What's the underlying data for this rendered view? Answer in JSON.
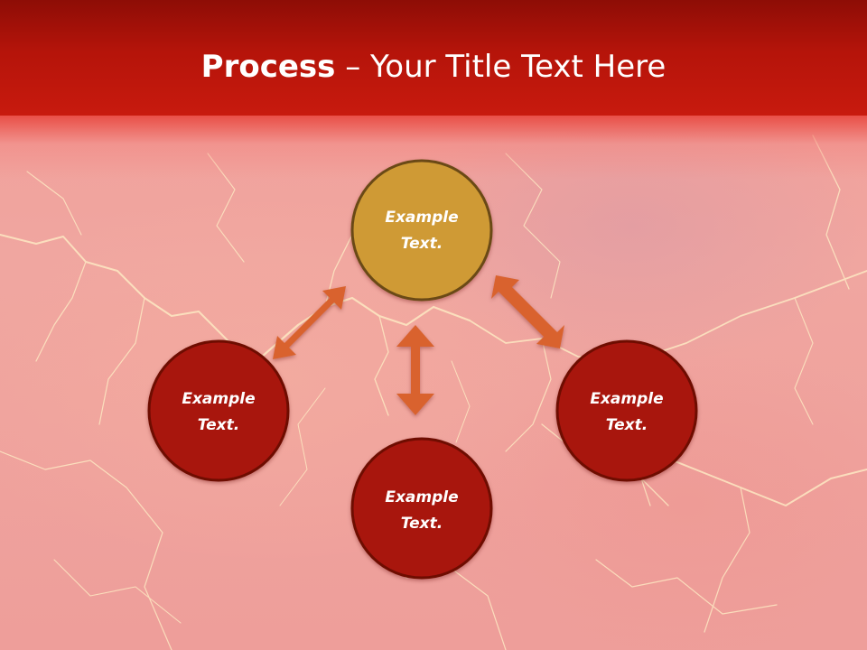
{
  "slide": {
    "title_strong": "Process",
    "title_separator": " – ",
    "title_rest": "Your Title Text Here"
  },
  "diagram": {
    "nodes": [
      {
        "id": "top",
        "line1": "Example",
        "line2": "Text.",
        "fill": "#cf9a35",
        "stroke": "#6b4a14"
      },
      {
        "id": "left",
        "line1": "Example",
        "line2": "Text.",
        "fill": "#a8130d",
        "stroke": "#6e0906"
      },
      {
        "id": "right",
        "line1": "Example",
        "line2": "Text.",
        "fill": "#a8130d",
        "stroke": "#6e0906"
      },
      {
        "id": "bottom",
        "line1": "Example",
        "line2": "Text.",
        "fill": "#a8130d",
        "stroke": "#6e0906"
      }
    ],
    "arrow_color": "#d9622e"
  }
}
